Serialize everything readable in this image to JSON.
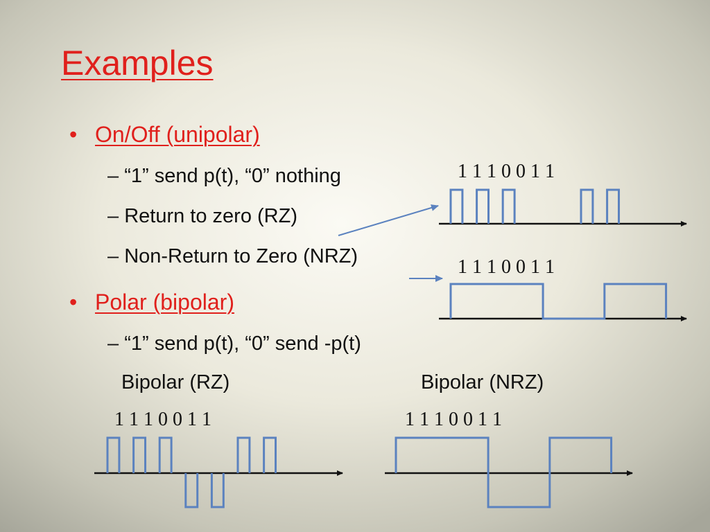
{
  "slide": {
    "title": "Examples",
    "bullet_glyph": "•",
    "dash_glyph": "–",
    "bullets": [
      {
        "label": "On/Off (unipolar)",
        "subitems": [
          "“1” send p(t), “0” nothing",
          "Return to zero (RZ)",
          "Non-Return to Zero (NRZ)"
        ]
      },
      {
        "label": "Polar (bipolar)",
        "subitems": [
          "“1” send p(t), “0” send -p(t)"
        ]
      }
    ],
    "captions": {
      "bipolar_rz": "Bipolar (RZ)",
      "bipolar_nrz": "Bipolar (NRZ)"
    }
  },
  "waveforms": {
    "bit_sequence": [
      1,
      1,
      1,
      0,
      0,
      1,
      1
    ],
    "bit_label": "1 1  1 0 0 1 1",
    "colors": {
      "signal": "#5b82bf",
      "axis": "#111111",
      "arrow": "#5b82bf",
      "title": "#e0201c"
    }
  }
}
